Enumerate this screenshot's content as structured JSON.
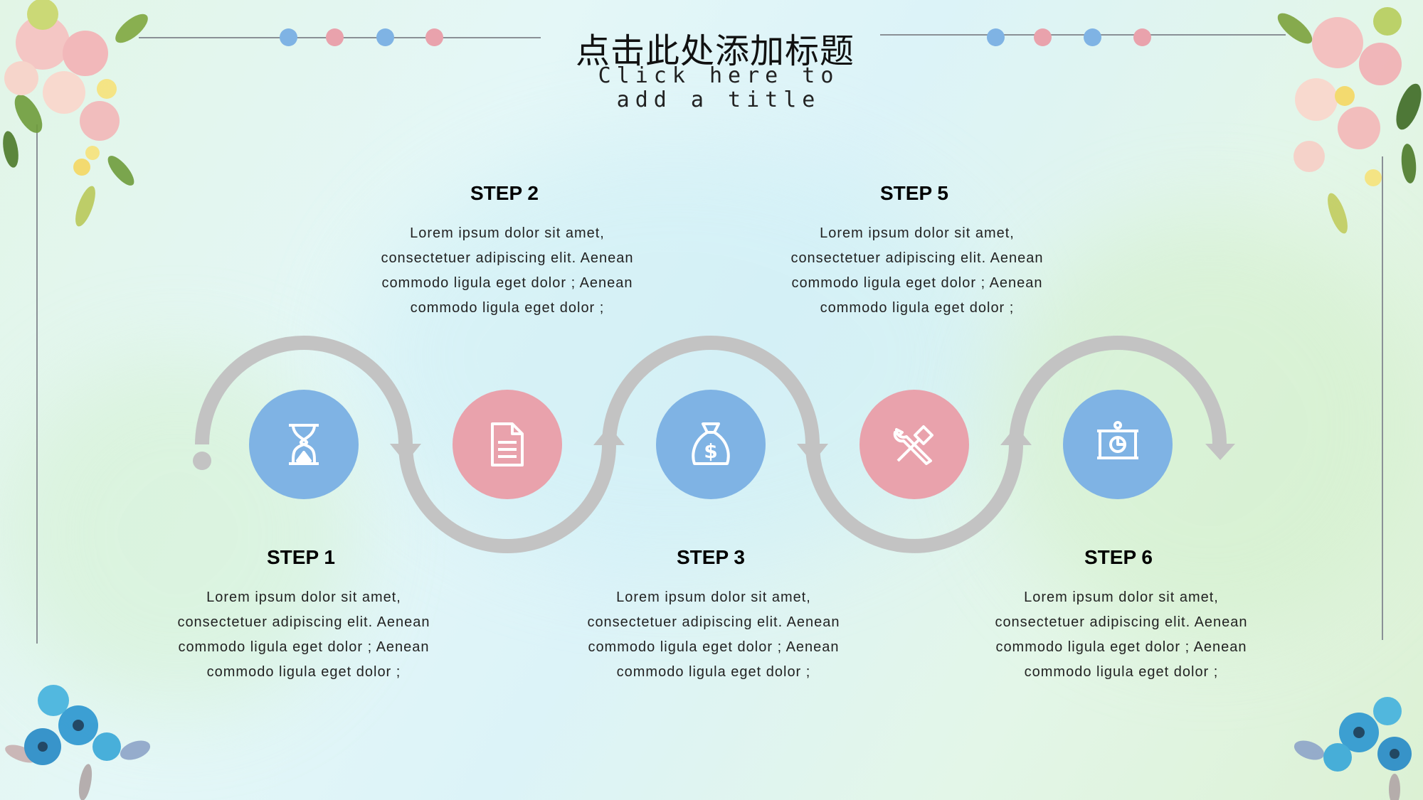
{
  "title": {
    "zh": "点击此处添加标题",
    "en": "Click here to add a title"
  },
  "colors": {
    "blue": "#7fb3e4",
    "pink": "#e9a2ac",
    "arrow": "#c3c3c3",
    "line": "#8a9096"
  },
  "steps": [
    {
      "label": "STEP 1",
      "text": "Lorem ipsum dolor sit amet, consectetuer adipiscing elit. Aenean commodo ligula eget dolor ;  Aenean commodo ligula eget dolor ;",
      "icon": "hourglass-icon"
    },
    {
      "label": "STEP 2",
      "text": "Lorem ipsum dolor sit amet, consectetuer adipiscing elit. Aenean commodo ligula eget dolor ;  Aenean commodo ligula eget dolor ;",
      "icon": "document-icon"
    },
    {
      "label": "STEP 3",
      "text": "Lorem ipsum dolor sit amet, consectetuer adipiscing elit. Aenean commodo ligula eget dolor ;  Aenean commodo ligula eget dolor ;",
      "icon": "money-bag-icon"
    },
    {
      "label": "STEP 5",
      "text": "Lorem ipsum dolor sit amet, consectetuer adipiscing elit. Aenean commodo ligula eget dolor ;  Aenean commodo ligula eget dolor ;",
      "icon": "tools-icon"
    },
    {
      "label": "STEP 6",
      "text": "Lorem ipsum dolor sit amet, consectetuer adipiscing elit. Aenean commodo ligula eget dolor ;  Aenean commodo ligula eget dolor ;",
      "icon": "presentation-chart-icon"
    }
  ]
}
